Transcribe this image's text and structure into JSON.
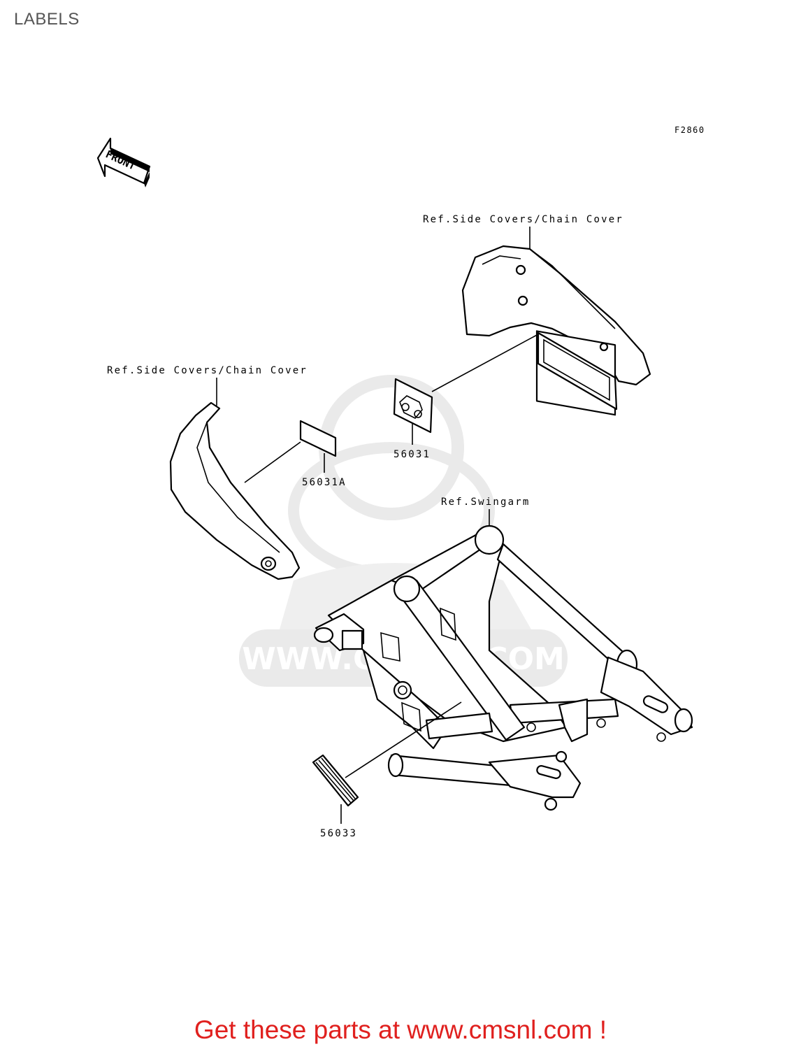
{
  "page": {
    "title": "LABELS",
    "figure_code": "F2860",
    "cta": "Get these parts at www.cmsnl.com !"
  },
  "front_arrow": {
    "label": "FRONT",
    "icon": "front-direction-arrow-icon"
  },
  "references": {
    "chain_cover_top": "Ref.Side Covers/Chain Cover",
    "chain_cover_left": "Ref.Side Covers/Chain Cover",
    "swingarm": "Ref.Swingarm"
  },
  "parts": {
    "p56031": "56031",
    "p56031a": "56031A",
    "p56033": "56033"
  },
  "watermark": {
    "text": "WWW.CMSNL.COM",
    "color": "#d9d9d9"
  },
  "colors": {
    "cta": "#e0201e",
    "title": "#555555",
    "line": "#000000"
  }
}
